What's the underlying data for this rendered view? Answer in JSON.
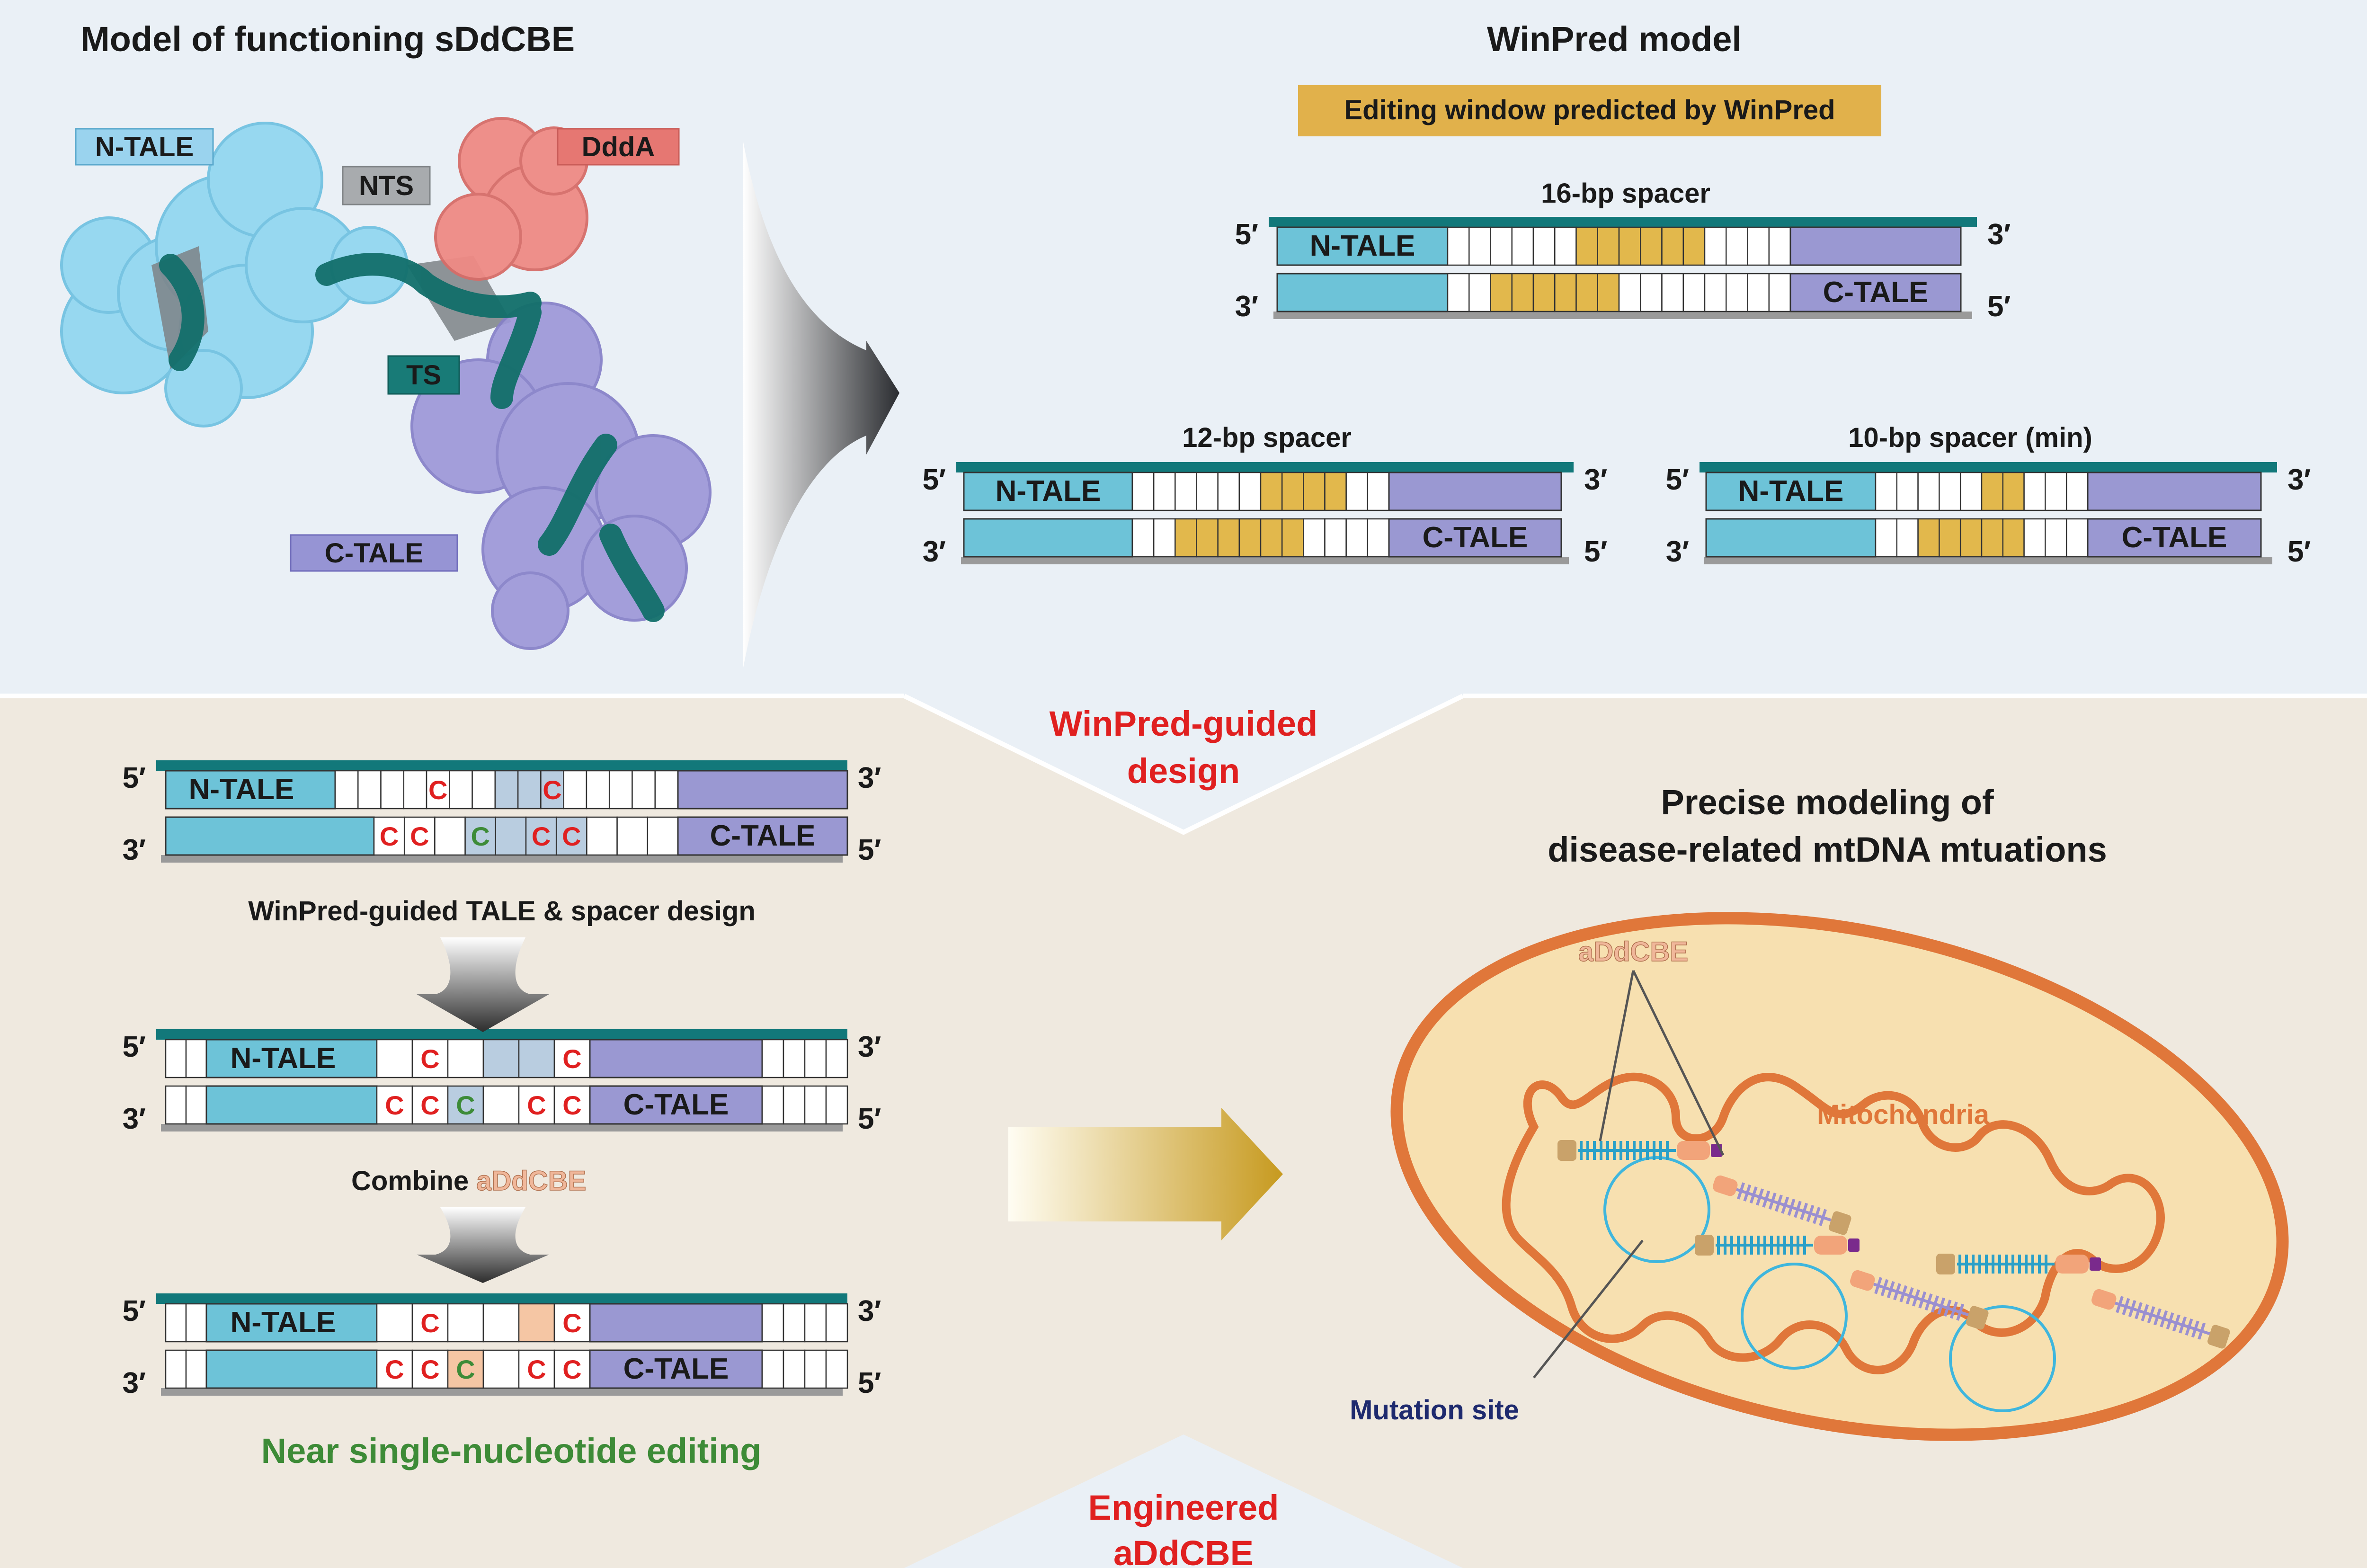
{
  "panels": {
    "model_title": "Model of functioning sDdCBE",
    "winpred_title": "WinPred model",
    "design_title_line1": "Precise modeling of",
    "design_title_line2": "disease-related mtDNA mtuations"
  },
  "protein_labels": {
    "n_tale": "N-TALE",
    "nts": "NTS",
    "ddda": "DddA",
    "ts": "TS",
    "c_tale": "C-TALE"
  },
  "winpred": {
    "banner": "Editing window predicted by WinPred",
    "spacer16": "16-bp spacer",
    "spacer12": "12-bp spacer",
    "spacer10": "10-bp spacer (min)"
  },
  "dna": {
    "five_prime": "5′",
    "three_prime": "3′",
    "n_tale": "N-TALE",
    "c_tale": "C-TALE",
    "base_c": "C"
  },
  "steps": {
    "step1": "WinPred-guided TALE & spacer design",
    "combine_prefix": "Combine ",
    "combine_suffix": "aDdCBE",
    "result": "Near single-nucleotide editing"
  },
  "connectors": {
    "winpred_guided_line1": "WinPred-guided",
    "winpred_guided_line2": "design",
    "engineered_line1": "Engineered",
    "engineered_line2": "aDdCBE"
  },
  "mito": {
    "addcbe": "aDdCBE",
    "mitochondria": "Mitochondria",
    "mutation_site": "Mutation site"
  },
  "colors": {
    "teal": "#12787a",
    "n_tale": "#6dc3d8",
    "c_tale": "#9a98d2",
    "window": "#e2b84c",
    "red": "#e02020",
    "green": "#3d8b37",
    "mito_fill": "#f7e0b0",
    "mito_stroke": "#e0773a"
  }
}
